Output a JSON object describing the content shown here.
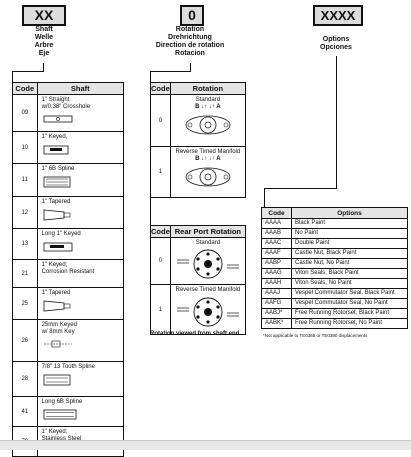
{
  "codes": {
    "shaft": "XX",
    "rotation": "0",
    "options": "XXXX"
  },
  "labels": {
    "shaft": [
      "Shaft",
      "Welle",
      "Arbre",
      "Eje"
    ],
    "rotation": [
      "Rotation",
      "Drehrichtung",
      "Direction de rotation",
      "Rotacion"
    ],
    "options": [
      "Options",
      "Opciones"
    ]
  },
  "shaft_table": {
    "headers": [
      "Code",
      "Shaft"
    ],
    "rows": [
      {
        "code": "09",
        "desc": [
          "1\" Straight",
          "w/0.38\" Crosshole"
        ]
      },
      {
        "code": "10",
        "desc": [
          "1\" Keyed,"
        ]
      },
      {
        "code": "11",
        "desc": [
          "1\" 6B Spline"
        ]
      },
      {
        "code": "12",
        "desc": [
          "1\" Tapered"
        ]
      },
      {
        "code": "13",
        "desc": [
          "Long 1\" Keyed"
        ]
      },
      {
        "code": "21",
        "desc": [
          "1\" Keyed;",
          "Corrosion  Resistant"
        ]
      },
      {
        "code": "25",
        "desc": [
          "1\" Tapered"
        ]
      },
      {
        "code": "26",
        "desc": [
          "25mm Keyed",
          "w/ 8mm Key"
        ]
      },
      {
        "code": "28",
        "desc": [
          "7/8\" 13 Tooth Spline"
        ]
      },
      {
        "code": "41",
        "desc": [
          "Long 6B Spline"
        ]
      },
      {
        "code": "70",
        "desc": [
          "1\" Keyed;",
          "Stainless Steel"
        ]
      }
    ]
  },
  "rotation_table": {
    "headers": [
      "Code",
      "Rotation"
    ],
    "rows": [
      {
        "code": "0",
        "desc": "Standard",
        "arrows": "B ↓↑  ↓↑ A"
      },
      {
        "code": "1",
        "desc": "Reverse Timed Manifold",
        "arrows": "B ↓↑  ↓↑ A"
      }
    ]
  },
  "rear_port_table": {
    "headers": [
      "Code",
      "Rear Port Rotation"
    ],
    "rows": [
      {
        "code": "0",
        "desc": "Standard"
      },
      {
        "code": "1",
        "desc": "Reverse Timed Manifold"
      }
    ],
    "caption": "Rotation viewed from shaft end."
  },
  "options_table": {
    "headers": [
      "Code",
      "Options"
    ],
    "rows": [
      {
        "code": "AAAA",
        "desc": "Black Paint"
      },
      {
        "code": "AAAB",
        "desc": "No Paint"
      },
      {
        "code": "AAAC",
        "desc": "Double Paint"
      },
      {
        "code": "AAAF",
        "desc": "Castle Nut, Black Paint"
      },
      {
        "code": "AABP",
        "desc": "Castle Nut, No Paint"
      },
      {
        "code": "AAAG",
        "desc": "Viton Seals, Black Paint"
      },
      {
        "code": "AAAH",
        "desc": "Viton Seals, No Paint"
      },
      {
        "code": "AAAJ",
        "desc": "Vespel Commutator Seal, Black Paint"
      },
      {
        "code": "AAFG",
        "desc": "Vespel Commutator Seal, No Paint"
      },
      {
        "code": "AABJ*",
        "desc": "Free Running Rotorset, Black Paint"
      },
      {
        "code": "AABK*",
        "desc": "Free Running Rotorset, No Paint"
      }
    ],
    "footnote": "*Not applicable to TE0365 or TE0390 displacements"
  }
}
